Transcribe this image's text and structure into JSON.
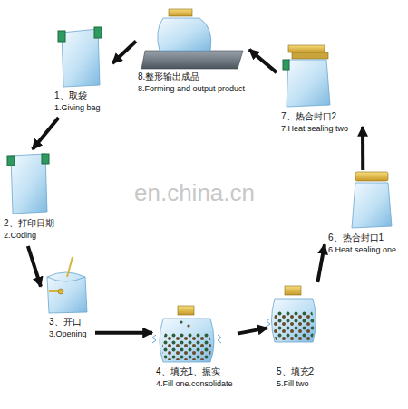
{
  "diagram": {
    "nodes": [
      {
        "text": [
          "1、取袋",
          "1.Giving bag"
        ]
      },
      {
        "text": [
          "2、打印日期",
          "2.Coding"
        ]
      },
      {
        "text": [
          "3、开口",
          "3.Opening"
        ]
      },
      {
        "text": [
          "4、填充1、振实",
          "4.Fill one.consolidate"
        ]
      },
      {
        "text": [
          "5、填充2",
          "5.Fill two"
        ]
      },
      {
        "text": [
          "6、热合封口1",
          "6.Heat sealing one"
        ]
      },
      {
        "text": [
          "7、热合封口2",
          "7.Heat sealing two"
        ]
      },
      {
        "text": [
          "8.整形输出成品",
          "8.Forming and output product"
        ]
      }
    ],
    "edges": [
      {
        "from": 0,
        "to": 1,
        "arrow": "to"
      },
      {
        "from": 1,
        "to": 2,
        "arrow": "to"
      },
      {
        "from": 2,
        "to": 3,
        "arrow": "to"
      },
      {
        "from": 3,
        "to": 4,
        "arrow": "to"
      },
      {
        "from": 4,
        "to": 5,
        "arrow": "to"
      },
      {
        "from": 5,
        "to": 6,
        "arrow": "to"
      },
      {
        "from": 6,
        "to": 7,
        "arrow": "to"
      },
      {
        "from": 7,
        "to": 0,
        "arrow": "to"
      }
    ],
    "labels": [
      "en.china.cn"
    ]
  }
}
